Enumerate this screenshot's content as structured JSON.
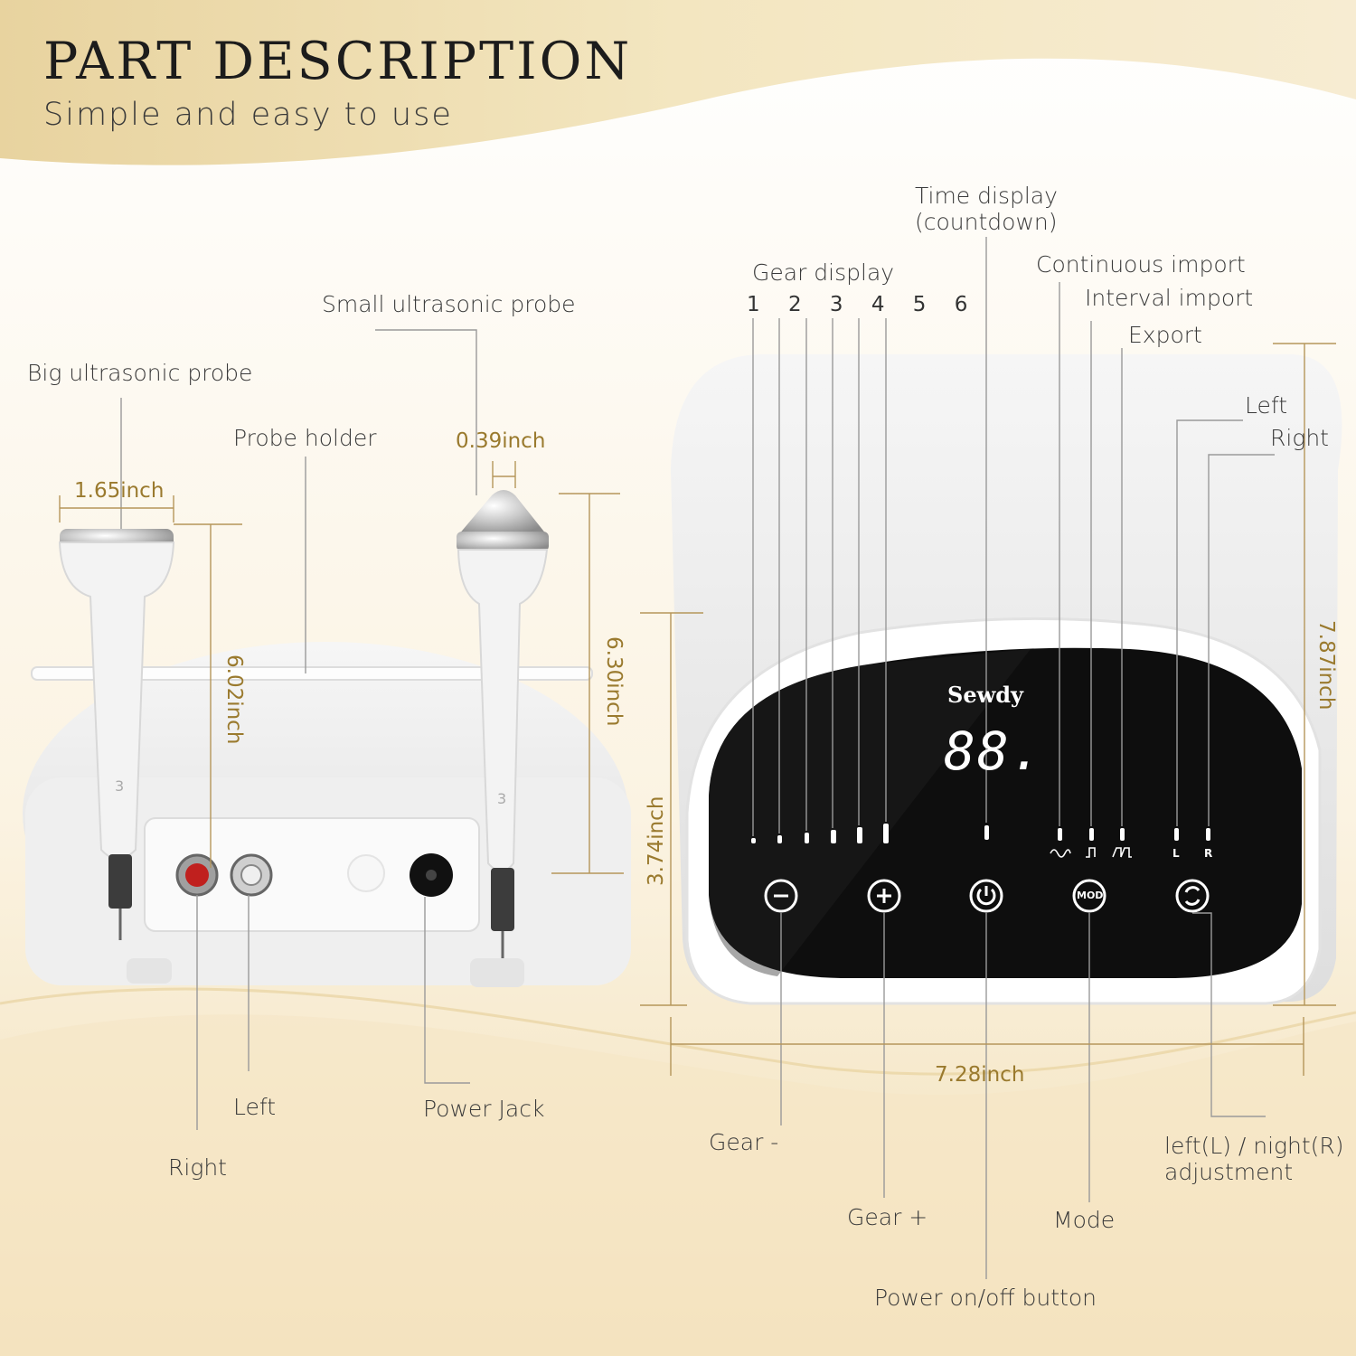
{
  "header": {
    "title": "PART DESCRIPTION",
    "subtitle": "Simple and easy to use"
  },
  "left_device": {
    "labels": {
      "big_probe": "Big ultrasonic probe",
      "small_probe": "Small ultrasonic probe",
      "probe_holder": "Probe holder",
      "left_port": "Left",
      "right_port": "Right",
      "power_jack": "Power Jack"
    },
    "dimensions": {
      "big_probe_width": "1.65inch",
      "small_probe_width": "0.39inch",
      "big_probe_height": "6.02inch",
      "small_probe_height": "6.30inch"
    },
    "probe_number": "3"
  },
  "right_device": {
    "labels": {
      "time_display": "Time display\n(countdown)",
      "gear_display": "Gear display",
      "continuous_import": "Continuous import",
      "interval_import": "Interval import",
      "export": "Export",
      "left": "Left",
      "right": "Right",
      "gear_minus": "Gear -",
      "gear_plus": "Gear +",
      "power_button": "Power on/off button",
      "mode": "Mode",
      "lr_adjust": "left(L) / night(R)\nadjustment"
    },
    "gear_numbers": "1 2 3 4 5 6",
    "brand": "Sewdy",
    "segment_display": "88.",
    "mode_button_text": "MOD",
    "l_indicator": "L",
    "r_indicator": "R",
    "dimensions": {
      "width": "7.28inch",
      "height": "7.87inch",
      "panel_height": "3.74inch"
    }
  },
  "colors": {
    "accent_gold": "#9a7a2e",
    "header_band": "#e9d8a8",
    "panel": "#0e0e0e",
    "red_port": "#c0201e"
  },
  "icons": [
    "minus-icon",
    "plus-icon",
    "power-icon",
    "mode-icon",
    "cycle-icon"
  ]
}
